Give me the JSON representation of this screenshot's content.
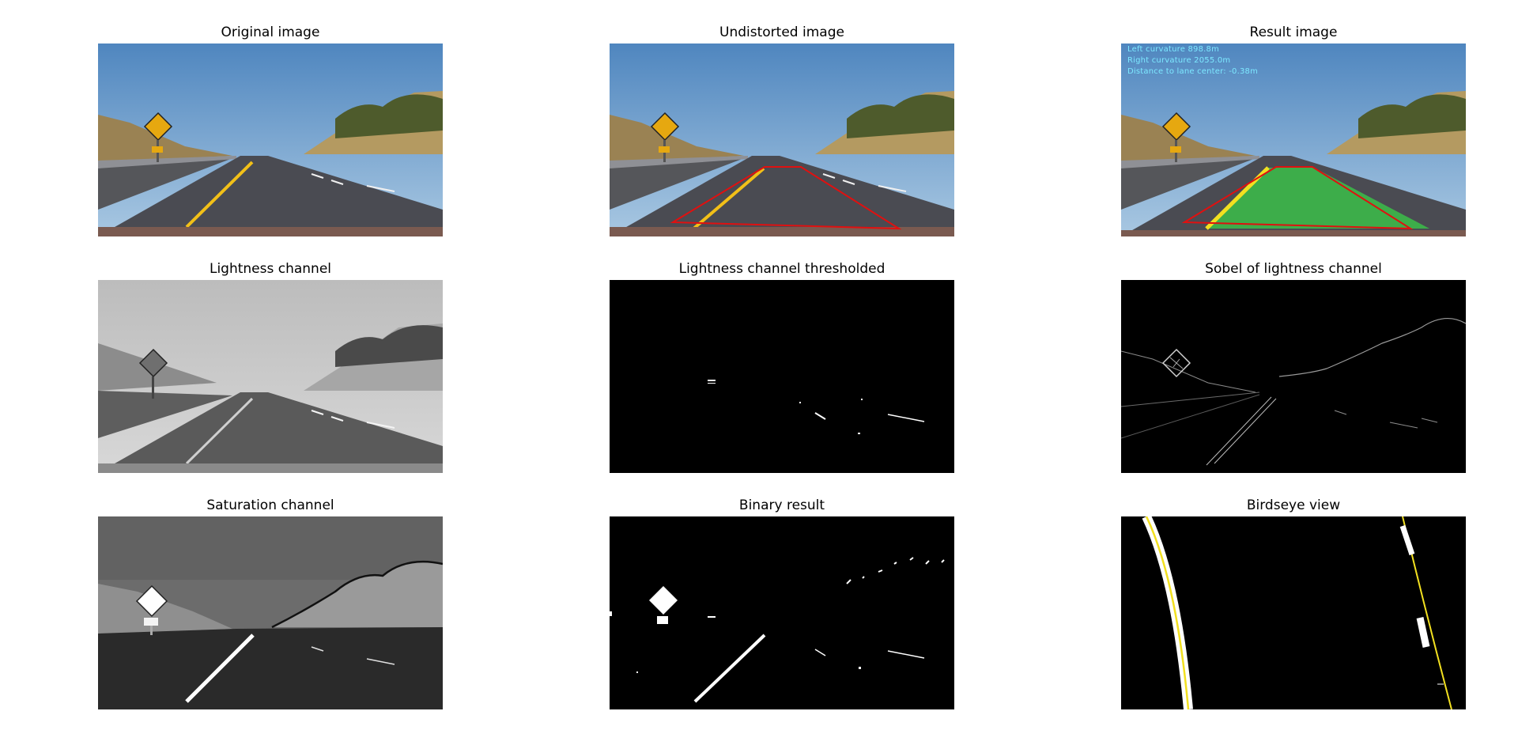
{
  "figure": {
    "panels": [
      {
        "id": "original",
        "title": "Original image"
      },
      {
        "id": "undistorted",
        "title": "Undistorted image"
      },
      {
        "id": "result",
        "title": "Result image"
      },
      {
        "id": "lightness",
        "title": "Lightness channel"
      },
      {
        "id": "lightness_thresholded",
        "title": "Lightness channel thresholded"
      },
      {
        "id": "sobel",
        "title": "Sobel of lightness channel"
      },
      {
        "id": "saturation",
        "title": "Saturation channel"
      },
      {
        "id": "binary",
        "title": "Binary result"
      },
      {
        "id": "birdseye",
        "title": "Birdseye view"
      }
    ],
    "result_overlay": {
      "left_curvature": "Left curvature 898.8m",
      "right_curvature": "Right curvature 2055.0m",
      "distance_to_center": "Distance to lane center: -0.38m"
    },
    "colors": {
      "lane_fill": "#3cb54a",
      "roi_outline": "#e01010",
      "yellow_line": "#f2c018",
      "overlay_text": "#7de8ff"
    }
  }
}
